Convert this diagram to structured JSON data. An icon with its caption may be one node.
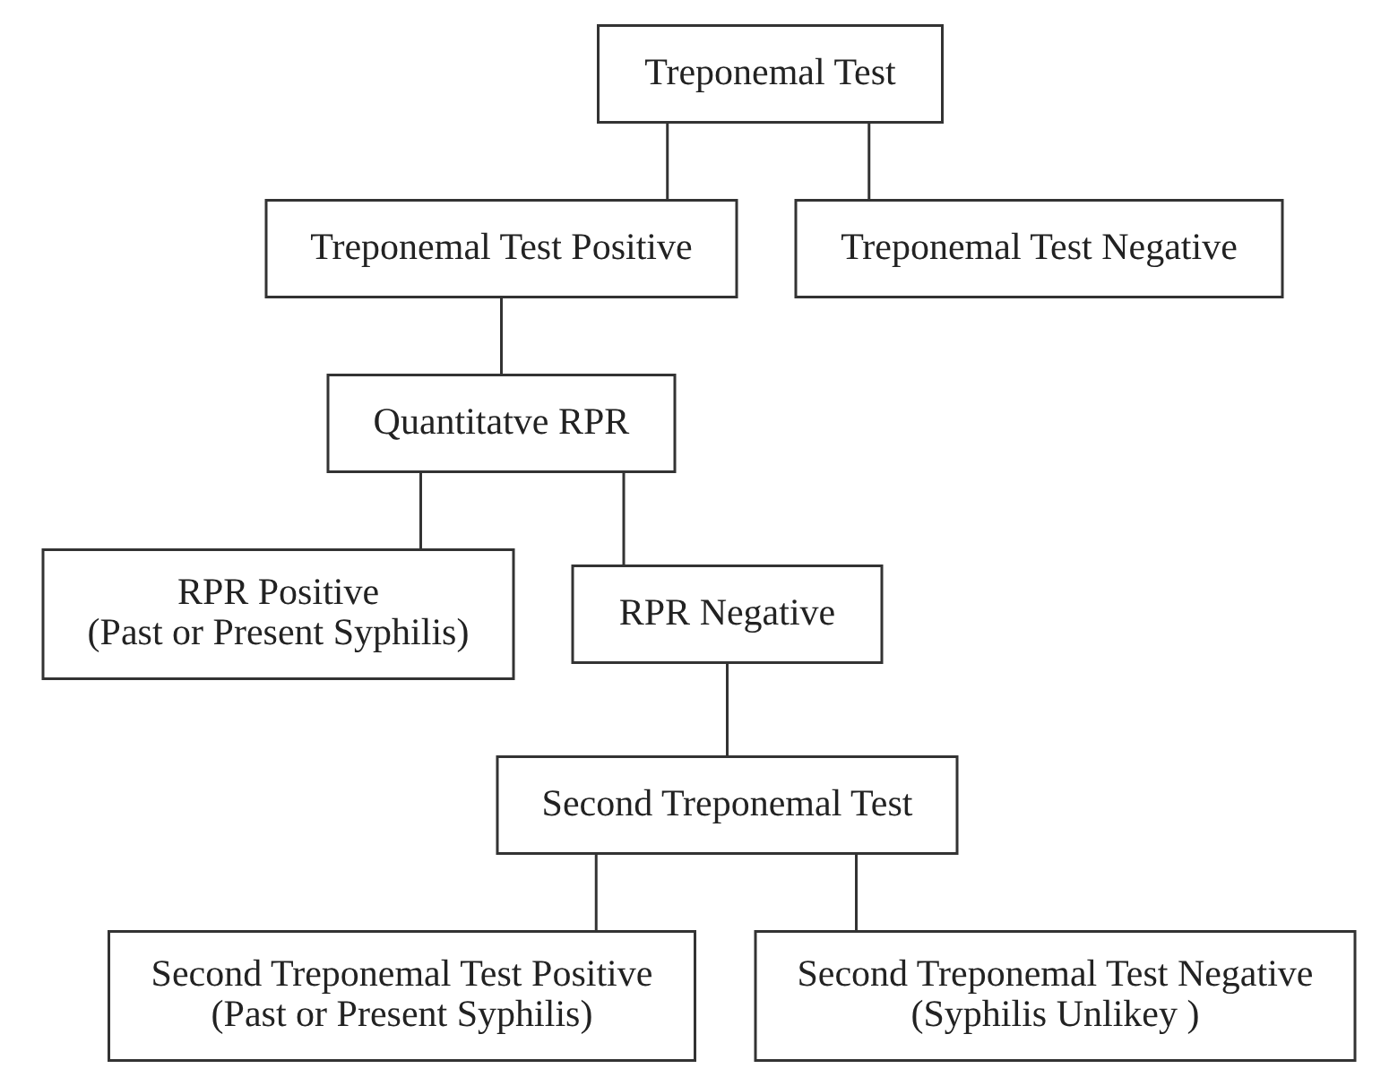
{
  "diagram": {
    "nodes": [
      {
        "text": [
          "Treponemal Test"
        ]
      },
      {
        "text": [
          "Treponemal Test Positive"
        ]
      },
      {
        "text": [
          "Treponemal Test Negative"
        ]
      },
      {
        "text": [
          "Quantitatve RPR"
        ]
      },
      {
        "text": [
          "RPR Positive",
          "(Past or Present Syphilis)"
        ]
      },
      {
        "text": [
          "RPR Negative"
        ]
      },
      {
        "text": [
          "Second Treponemal Test"
        ]
      },
      {
        "text": [
          "Second Treponemal Test Positive",
          "(Past or Present Syphilis)"
        ]
      },
      {
        "text": [
          "Second Treponemal Test Negative",
          "(Syphilis Unlikey )"
        ]
      }
    ],
    "edges": [
      {
        "from": 0,
        "to": 1,
        "arrow": "none"
      },
      {
        "from": 0,
        "to": 2,
        "arrow": "none"
      },
      {
        "from": 1,
        "to": 3,
        "arrow": "none"
      },
      {
        "from": 3,
        "to": 4,
        "arrow": "none"
      },
      {
        "from": 3,
        "to": 5,
        "arrow": "none"
      },
      {
        "from": 5,
        "to": 6,
        "arrow": "none"
      },
      {
        "from": 6,
        "to": 7,
        "arrow": "none"
      },
      {
        "from": 6,
        "to": 8,
        "arrow": "none"
      }
    ]
  }
}
